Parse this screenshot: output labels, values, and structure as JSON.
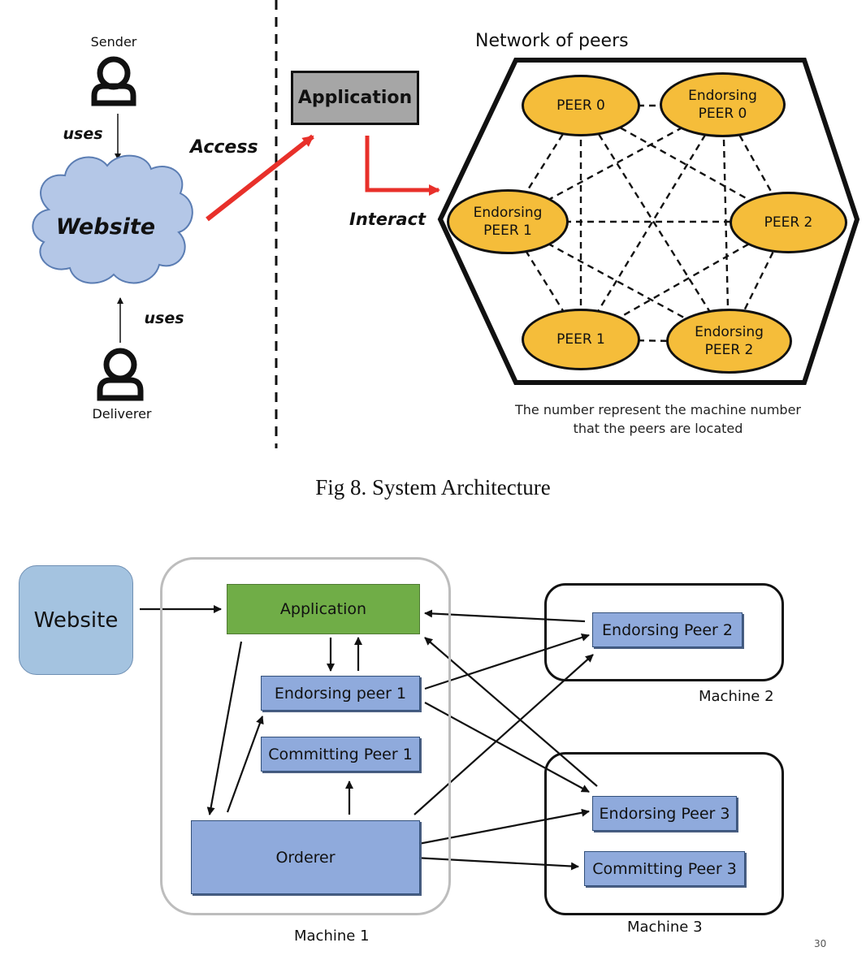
{
  "top": {
    "sender_label": "Sender",
    "deliverer_label": "Deliverer",
    "uses_top": "uses",
    "uses_bottom": "uses",
    "website_label": "Website",
    "access_label": "Access",
    "interact_label": "Interact",
    "application_label": "Application",
    "network_title": "Network of peers",
    "peers": {
      "peer0": "PEER 0",
      "endorsing0": "Endorsing PEER 0",
      "endorsing1": "Endorsing PEER 1",
      "peer2": "PEER 2",
      "peer1": "PEER 1",
      "endorsing2": "Endorsing PEER 2"
    },
    "note_line1": "The number represent the machine number",
    "note_line2": "that the peers are located"
  },
  "caption": "Fig 8. System Architecture",
  "bottom": {
    "website_label": "Website",
    "application_label": "Application",
    "endorsing_peer_1": "Endorsing peer 1",
    "committing_peer_1": "Committing Peer 1",
    "orderer_label": "Orderer",
    "endorsing_peer_2": "Endorsing Peer 2",
    "endorsing_peer_3": "Endorsing Peer 3",
    "committing_peer_3": "Committing Peer 3",
    "machine1_label": "Machine 1",
    "machine2_label": "Machine 2",
    "machine3_label": "Machine 3"
  },
  "page_number": "30",
  "colors": {
    "peer_fill": "#f5bd3a",
    "app_gray": "#a6a6a6",
    "cloud_fill": "#b4c7e7",
    "arrow_red": "#e8302a",
    "app_green": "#70ad47",
    "node_blue": "#8faadc",
    "website_blue": "#a4c3e0"
  }
}
